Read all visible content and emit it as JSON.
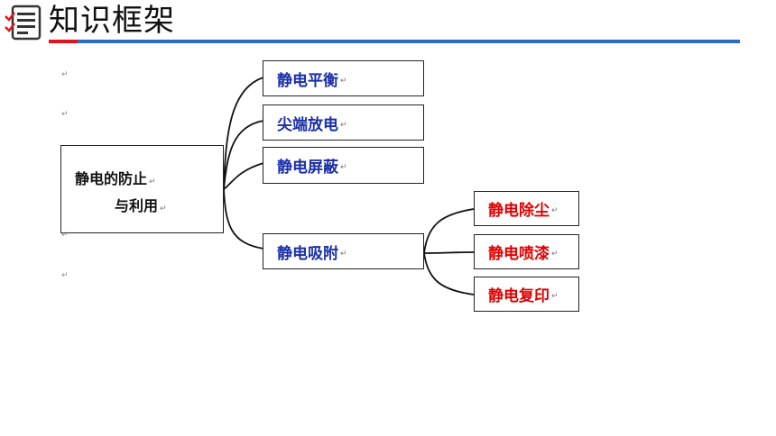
{
  "header": {
    "title": "知识框架",
    "icon": "checklist-icon",
    "colors": {
      "rule": "#2b6cc4",
      "accent": "#e0141e"
    }
  },
  "diagram": {
    "root": {
      "line1": "静电的防止",
      "line2": "与利用"
    },
    "branches": [
      {
        "label": "静电平衡"
      },
      {
        "label": "尖端放电"
      },
      {
        "label": "静电屏蔽"
      },
      {
        "label": "静电吸附"
      }
    ],
    "sub_branches": [
      {
        "label": "静电除尘"
      },
      {
        "label": "静电喷漆"
      },
      {
        "label": "静电复印"
      }
    ],
    "paragraph_mark": "↵",
    "colors": {
      "branch_text": "#1a2fa8",
      "sub_text": "#e00000"
    }
  }
}
